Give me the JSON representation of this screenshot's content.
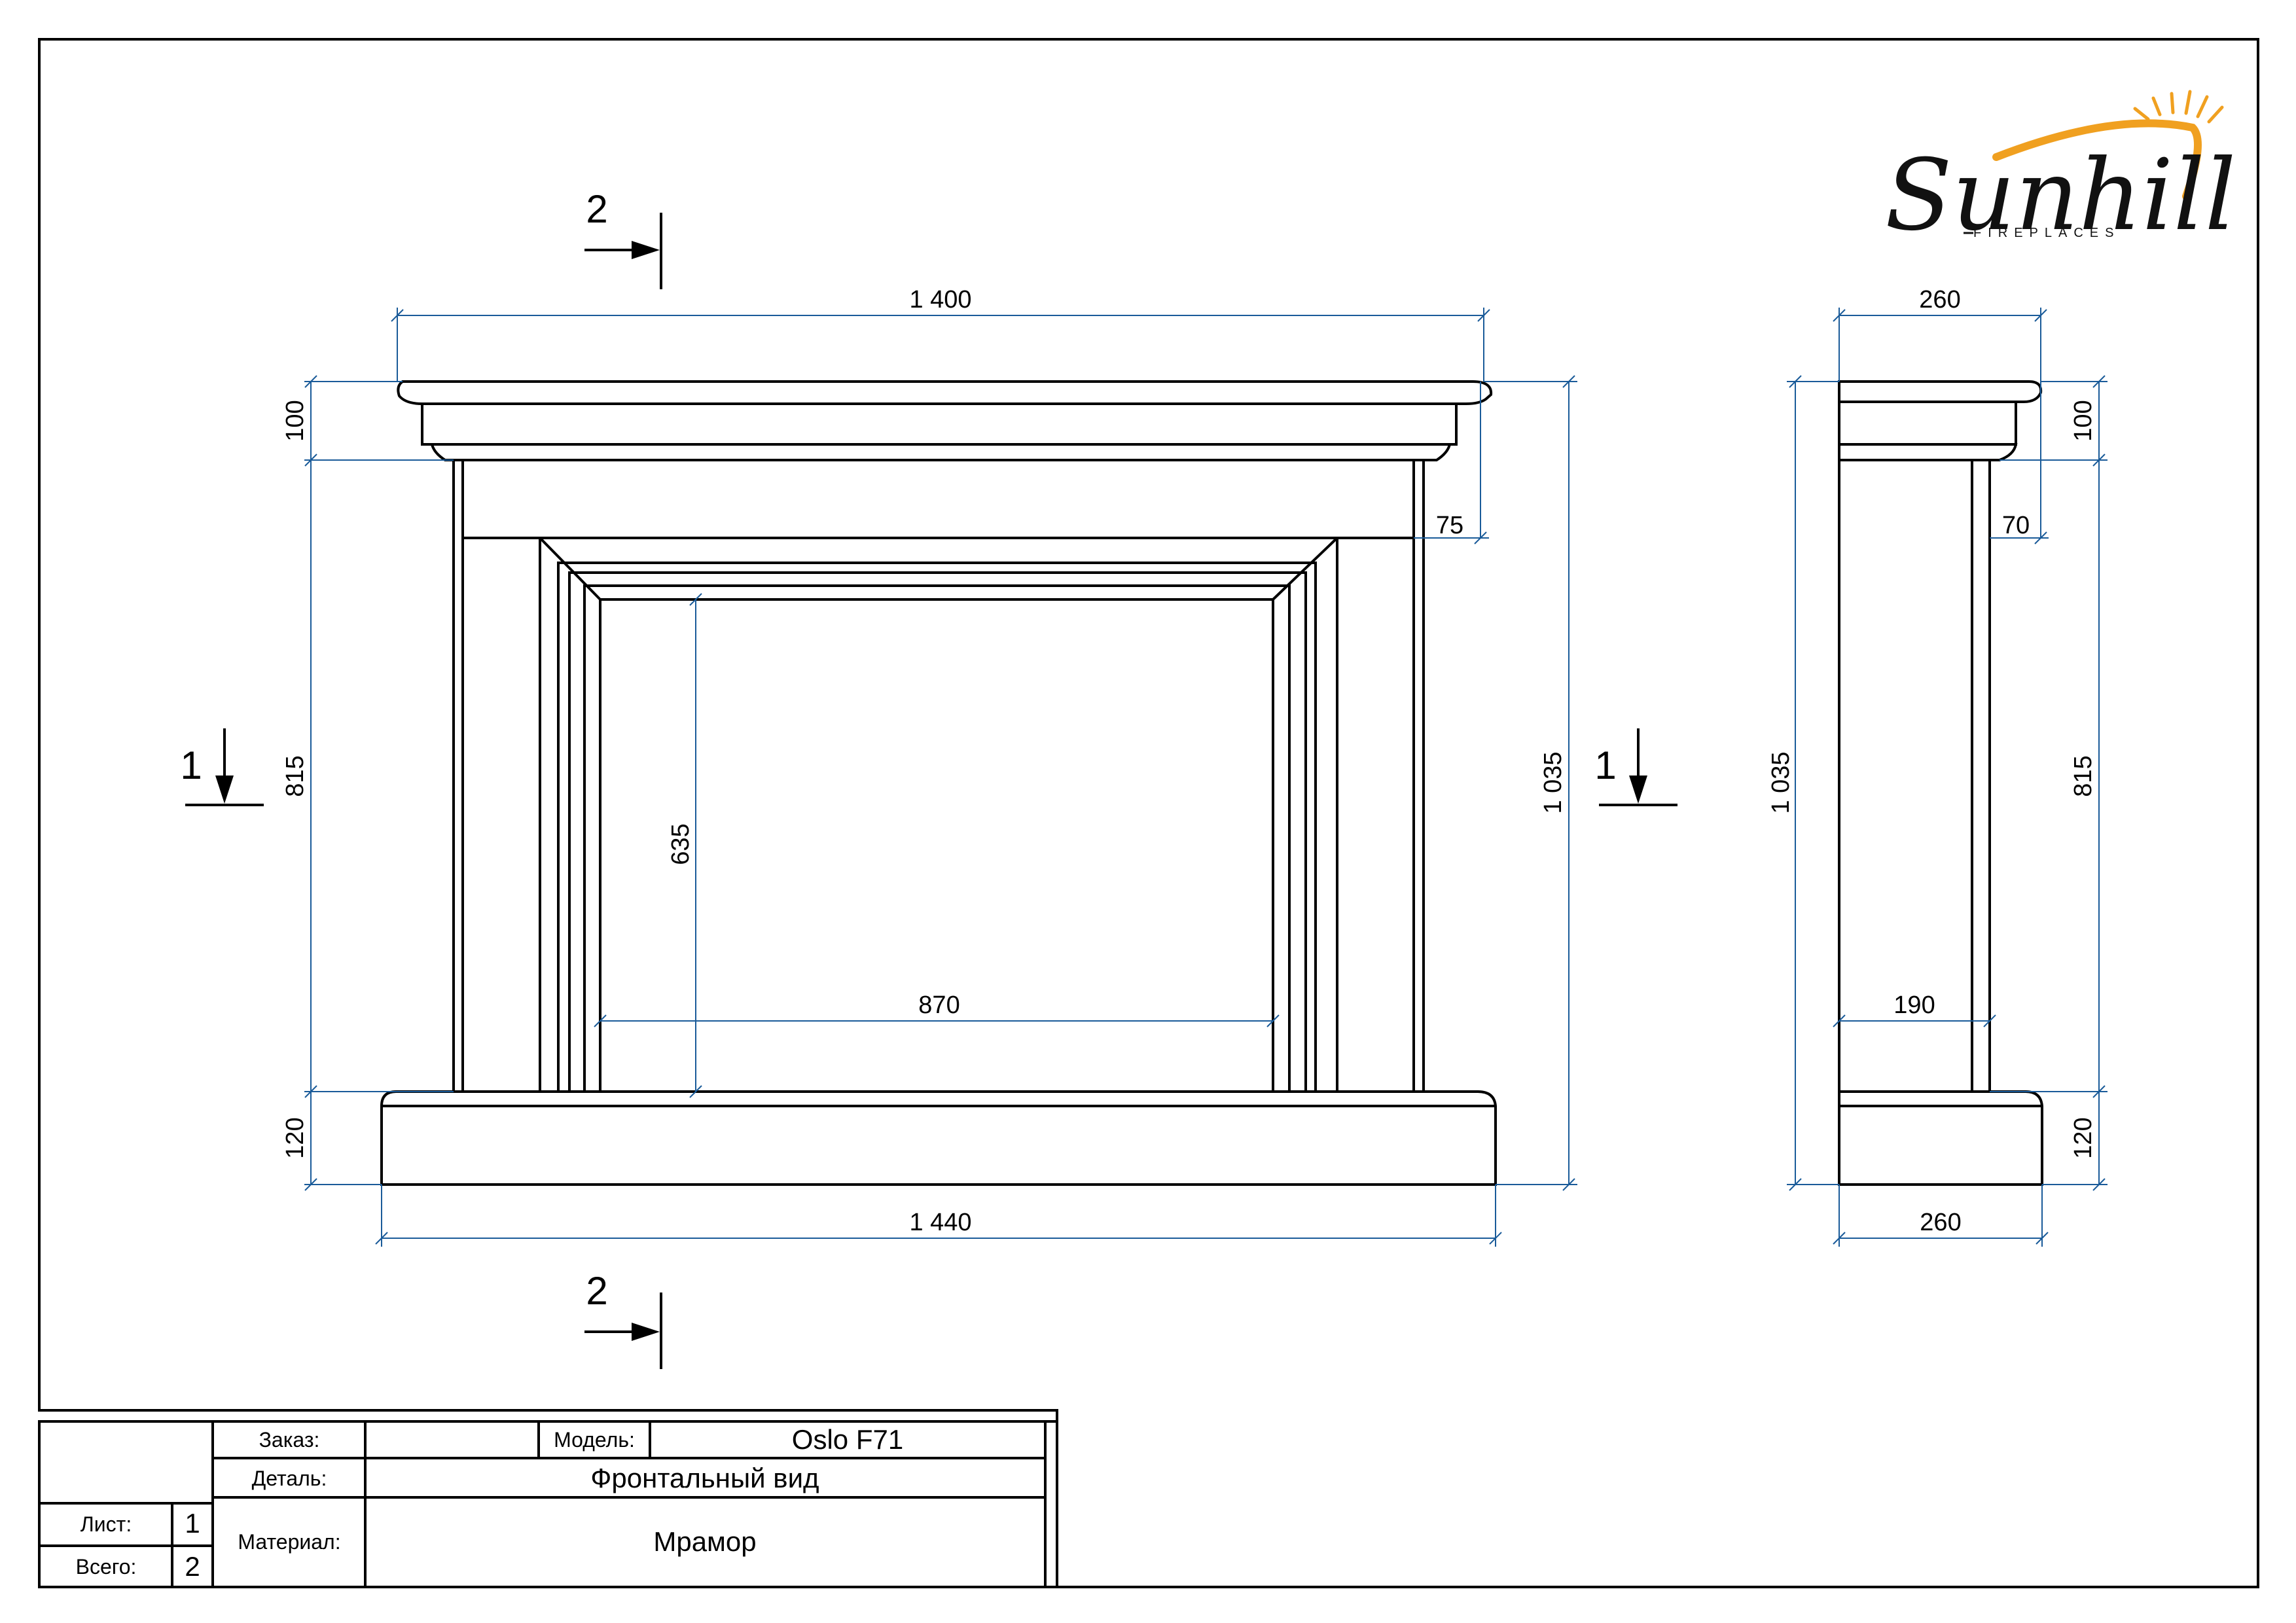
{
  "brand": {
    "name": "Sunhill",
    "subtitle": "FIREPLACES",
    "accent_color": "#f0a020"
  },
  "front_view": {
    "dims": {
      "top_width": "1 400",
      "bottom_width": "1 440",
      "opening_width": "870",
      "opening_height": "635",
      "shelf_height": "100",
      "body_height": "815",
      "base_height": "120",
      "total_height": "1 035",
      "frieze_offset": "75"
    },
    "section_marks": {
      "top": "2",
      "bottom": "2",
      "left": "1",
      "right": "1"
    }
  },
  "side_view": {
    "dims": {
      "top_depth": "260",
      "bottom_depth": "260",
      "leg_depth": "190",
      "frieze_offset": "70",
      "shelf_height": "100",
      "body_height": "815",
      "base_height": "120",
      "total_height": "1 035"
    }
  },
  "title_block": {
    "order_label": "Заказ:",
    "order_value": "",
    "model_label": "Модель:",
    "model_value": "Oslo F71",
    "detail_label": "Деталь:",
    "detail_value": "Фронтальный вид",
    "sheet_label": "Лист:",
    "sheet_value": "1",
    "total_label": "Всего:",
    "total_value": "2",
    "material_label": "Материал:",
    "material_value": "Мрамор"
  }
}
